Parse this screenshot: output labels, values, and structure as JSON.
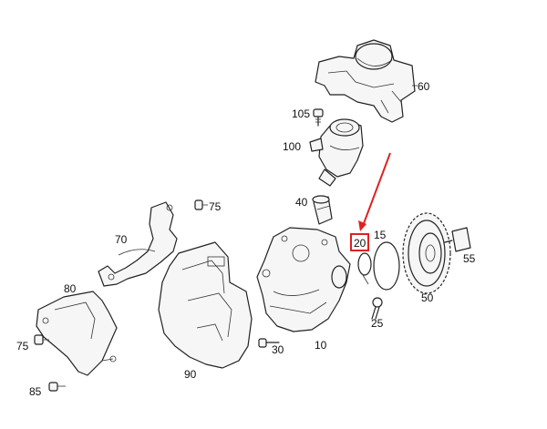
{
  "diagram": {
    "callouts": {
      "p60": "60",
      "p105": "105",
      "p100": "100",
      "p40": "40",
      "p75a": "75",
      "p70": "70",
      "p80": "80",
      "p75b": "75",
      "p85": "85",
      "p90": "90",
      "p30": "30",
      "p10": "10",
      "p20": "20",
      "p15": "15",
      "p25": "25",
      "p50": "50",
      "p55": "55"
    },
    "highlight": {
      "part": "20",
      "color": "#e02020"
    }
  }
}
